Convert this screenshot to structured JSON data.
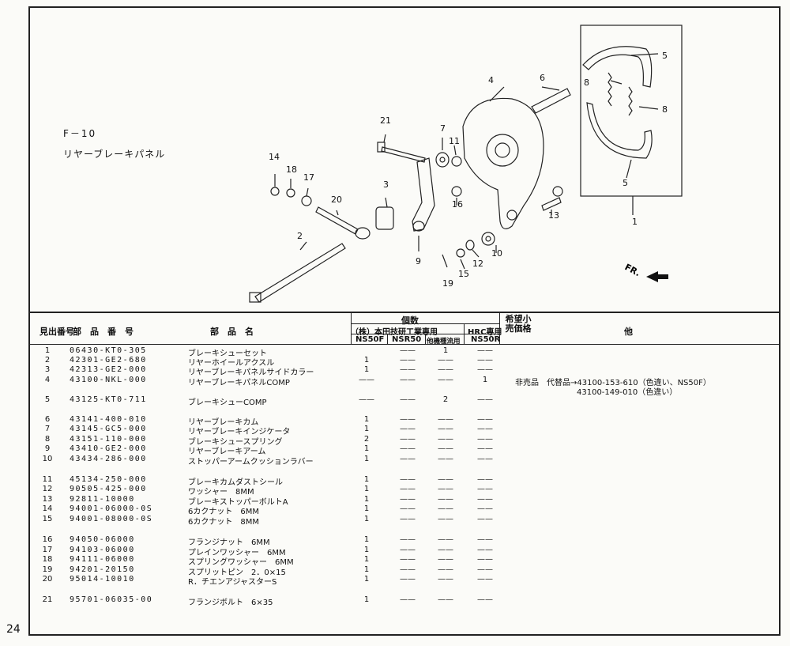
{
  "page": {
    "number": "24",
    "section_code": "F－10",
    "section_title": "リヤーブレーキパネル"
  },
  "diagram": {
    "callouts": [
      "1",
      "2",
      "3",
      "4",
      "5",
      "5",
      "6",
      "7",
      "8",
      "8",
      "9",
      "10",
      "11",
      "12",
      "13",
      "14",
      "15",
      "16",
      "17",
      "18",
      "19",
      "20",
      "21"
    ],
    "direction_label": "FR."
  },
  "table": {
    "headers": {
      "ref_no": "見出番号",
      "part_no": "部　品　番　号",
      "part_name": "部　品　名",
      "qty_group": "個数",
      "company": "（株）本田技研工業専用",
      "hrc": "HRC専用",
      "ns50f": "NS50F",
      "nsr50": "NSR50",
      "other": "他機種流用",
      "ns50r": "NS50R",
      "price": "希望小売価格",
      "remarks": "他"
    },
    "rows": [
      {
        "ref": "1",
        "part": "06430-KT0-305",
        "name": "ブレーキシューセット",
        "q1": "",
        "q2": "——",
        "q3": "1",
        "q4": "——",
        "rem": ""
      },
      {
        "ref": "2",
        "part": "42301-GE2-680",
        "name": "リヤーホイールアクスル",
        "q1": "1",
        "q2": "——",
        "q3": "——",
        "q4": "——",
        "rem": ""
      },
      {
        "ref": "3",
        "part": "42313-GE2-000",
        "name": "リヤーブレーキパネルサイドカラー",
        "q1": "1",
        "q2": "——",
        "q3": "——",
        "q4": "——",
        "rem": ""
      },
      {
        "ref": "4",
        "part": "43100-NKL-000",
        "name": "リヤーブレーキパネルCOMP",
        "q1": "——",
        "q2": "——",
        "q3": "——",
        "q4": "1",
        "rem": "非売品　代替品→43100-153-610（色違い、NS50F）"
      },
      {
        "ref": "",
        "part": "",
        "name": "",
        "q1": "",
        "q2": "",
        "q3": "",
        "q4": "",
        "rem": "43100-149-010（色違い）"
      },
      {
        "ref": "5",
        "part": "43125-KT0-711",
        "name": "ブレーキシューCOMP",
        "q1": "——",
        "q2": "——",
        "q3": "2",
        "q4": "——",
        "rem": ""
      },
      {
        "ref": "6",
        "part": "43141-400-010",
        "name": "リヤーブレーキカム",
        "q1": "1",
        "q2": "——",
        "q3": "——",
        "q4": "——",
        "rem": ""
      },
      {
        "ref": "7",
        "part": "43145-GC5-000",
        "name": "リヤーブレーキインジケータ",
        "q1": "1",
        "q2": "——",
        "q3": "——",
        "q4": "——",
        "rem": ""
      },
      {
        "ref": "8",
        "part": "43151-110-000",
        "name": "ブレーキシュースプリング",
        "q1": "2",
        "q2": "——",
        "q3": "——",
        "q4": "——",
        "rem": ""
      },
      {
        "ref": "9",
        "part": "43410-GE2-000",
        "name": "リヤーブレーキアーム",
        "q1": "1",
        "q2": "——",
        "q3": "——",
        "q4": "——",
        "rem": ""
      },
      {
        "ref": "10",
        "part": "43434-286-000",
        "name": "ストッパーアームクッションラバー",
        "q1": "1",
        "q2": "——",
        "q3": "——",
        "q4": "——",
        "rem": ""
      },
      {
        "ref": "11",
        "part": "45134-250-000",
        "name": "ブレーキカムダストシール",
        "q1": "1",
        "q2": "——",
        "q3": "——",
        "q4": "——",
        "rem": ""
      },
      {
        "ref": "12",
        "part": "90505-425-000",
        "name": "ワッシャー　8MM",
        "q1": "1",
        "q2": "——",
        "q3": "——",
        "q4": "——",
        "rem": ""
      },
      {
        "ref": "13",
        "part": "92811-10000",
        "name": "ブレーキストッパーボルトA",
        "q1": "1",
        "q2": "——",
        "q3": "——",
        "q4": "——",
        "rem": ""
      },
      {
        "ref": "14",
        "part": "94001-06000-0S",
        "name": "6カクナット　6MM",
        "q1": "1",
        "q2": "——",
        "q3": "——",
        "q4": "——",
        "rem": ""
      },
      {
        "ref": "15",
        "part": "94001-08000-0S",
        "name": "6カクナット　8MM",
        "q1": "1",
        "q2": "——",
        "q3": "——",
        "q4": "——",
        "rem": ""
      },
      {
        "ref": "16",
        "part": "94050-06000",
        "name": "フランジナット　6MM",
        "q1": "1",
        "q2": "——",
        "q3": "——",
        "q4": "——",
        "rem": ""
      },
      {
        "ref": "17",
        "part": "94103-06000",
        "name": "プレインワッシャー　6MM",
        "q1": "1",
        "q2": "——",
        "q3": "——",
        "q4": "——",
        "rem": ""
      },
      {
        "ref": "18",
        "part": "94111-06000",
        "name": "スプリングワッシャー　6MM",
        "q1": "1",
        "q2": "——",
        "q3": "——",
        "q4": "——",
        "rem": ""
      },
      {
        "ref": "19",
        "part": "94201-20150",
        "name": "スプリットピン　2．0×15",
        "q1": "1",
        "q2": "——",
        "q3": "——",
        "q4": "——",
        "rem": ""
      },
      {
        "ref": "20",
        "part": "95014-10010",
        "name": "R．チエンアジャスターS",
        "q1": "1",
        "q2": "——",
        "q3": "——",
        "q4": "——",
        "rem": ""
      },
      {
        "ref": "21",
        "part": "95701-06035-00",
        "name": "フランジボルト　6×35",
        "q1": "1",
        "q2": "——",
        "q3": "——",
        "q4": "——",
        "rem": ""
      }
    ]
  }
}
